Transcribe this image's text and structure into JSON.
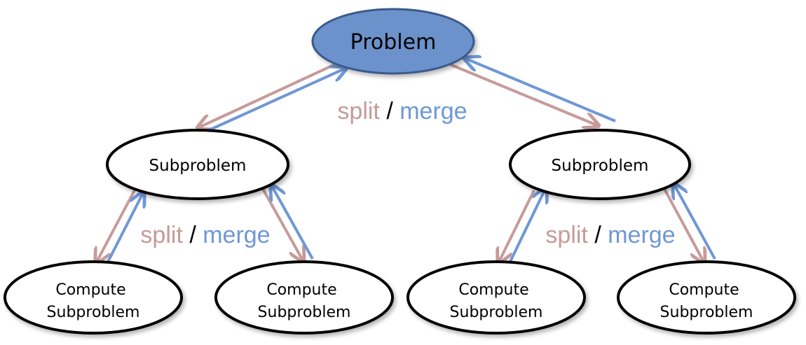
{
  "colors": {
    "split": "#c79a9a",
    "merge": "#6f97d6",
    "root_fill": "#6c92cc",
    "root_stroke": "#3a5a8c",
    "node_stroke": "#000000",
    "node_fill": "#ffffff",
    "slash": "#000000"
  },
  "nodes": {
    "root": {
      "label": "Problem"
    },
    "sub_left": {
      "label": "Subproblem"
    },
    "sub_right": {
      "label": "Subproblem"
    },
    "leaf_1": {
      "line1": "Compute",
      "line2": "Subproblem"
    },
    "leaf_2": {
      "line1": "Compute",
      "line2": "Subproblem"
    },
    "leaf_3": {
      "line1": "Compute",
      "line2": "Subproblem"
    },
    "leaf_4": {
      "line1": "Compute",
      "line2": "Subproblem"
    }
  },
  "labels": {
    "top": {
      "split": "split",
      "slash": " / ",
      "merge": "merge"
    },
    "left": {
      "split": "split",
      "slash": " / ",
      "merge": "merge"
    },
    "right": {
      "split": "split",
      "slash": " / ",
      "merge": "merge"
    }
  }
}
